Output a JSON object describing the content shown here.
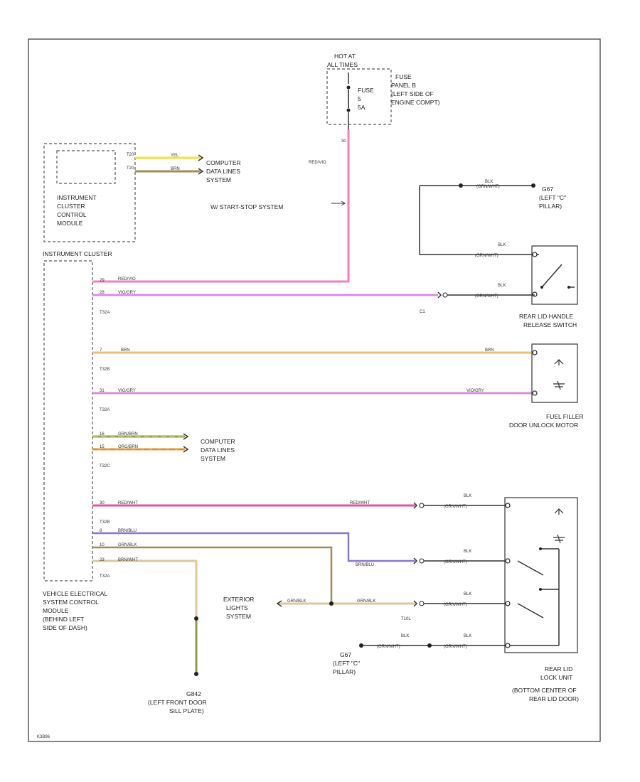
{
  "hot_at": [
    "HOT AT",
    "ALL TIMES"
  ],
  "fuse": {
    "name": [
      "FUSE",
      "5",
      "5A"
    ],
    "location": [
      "FUSE",
      "PANEL B",
      "(LEFT SIDE OF",
      "ENGINE COMPT)"
    ],
    "terminal": "30"
  },
  "cluster": {
    "control_module": [
      "INSTRUMENT",
      "CLUSTER",
      "CONTROL",
      "MODULE"
    ],
    "title": "INSTRUMENT CLUSTER",
    "data_pins": [
      "T20",
      "T20"
    ],
    "data_colors": [
      "YEL",
      "BRN"
    ]
  },
  "computer_data_lines": [
    "COMPUTER",
    "DATA LINES",
    "SYSTEM"
  ],
  "start_stop": "W/ START-STOP SYSTEM",
  "colors": {
    "pink": "#f07fc4",
    "magenta": "#e0559f",
    "violet": "#d98ce0",
    "tan": "#e8c07a",
    "orange": "#e8a33c",
    "yellow": "#f0e040",
    "green": "#7aa84a",
    "purple": "#8b77c9",
    "brown": "#a58a52",
    "lightbrown": "#d8c89c"
  },
  "ground_g67_a": [
    "G67",
    "(LEFT \"C\"",
    "PILLAR)"
  ],
  "ground_g67_b": [
    "G67",
    "(LEFT \"C\"",
    "PILLAR)"
  ],
  "ground_g42": [
    "G842",
    "(LEFT FRONT DOOR",
    "SILL PLATE)"
  ],
  "wires": {
    "red_vio_fuse": "RED/VIO",
    "blk": "BLK",
    "blk_code": "(GRN/WHT)",
    "c1": "C1",
    "brn": "BRN",
    "vio_gry": "VIO/GRY",
    "red_wht": "RED/WHT",
    "grn_brn": "GRN/BRN",
    "org_brn": "ORG/BRN",
    "brn_blu": "BRN/BLU",
    "grn_blk": "GRN/BLK",
    "brn_wht": "BRN/WHT",
    "t10": "T10L"
  },
  "connectors": {
    "t32a": "T32A",
    "t32b": "T32B",
    "t32c": "T32C"
  },
  "pins": {
    "p1": "29",
    "p2": "28",
    "p3": "7",
    "p4": "31",
    "p5": "16",
    "p6": "15",
    "p7": "30",
    "p8": "8",
    "p9": "10",
    "p10": "23"
  },
  "rear_handle": [
    "REAR LID HANDLE",
    "RELEASE SWITCH"
  ],
  "fuel_filler": [
    "FUEL FILLER",
    "DOOR UNLOCK MOTOR"
  ],
  "vescm": [
    "VEHICLE ELECTRICAL",
    "SYSTEM CONTROL",
    "MODULE",
    "(BEHIND LEFT",
    "SIDE OF DASH)"
  ],
  "exterior_lights": [
    "EXTERIOR",
    "LIGHTS",
    "SYSTEM"
  ],
  "rear_lock": [
    "REAR LID",
    "LOCK UNIT",
    "(BOTTOM CENTER OF",
    "REAR LID DOOR)"
  ],
  "footer_id": "K3B96"
}
